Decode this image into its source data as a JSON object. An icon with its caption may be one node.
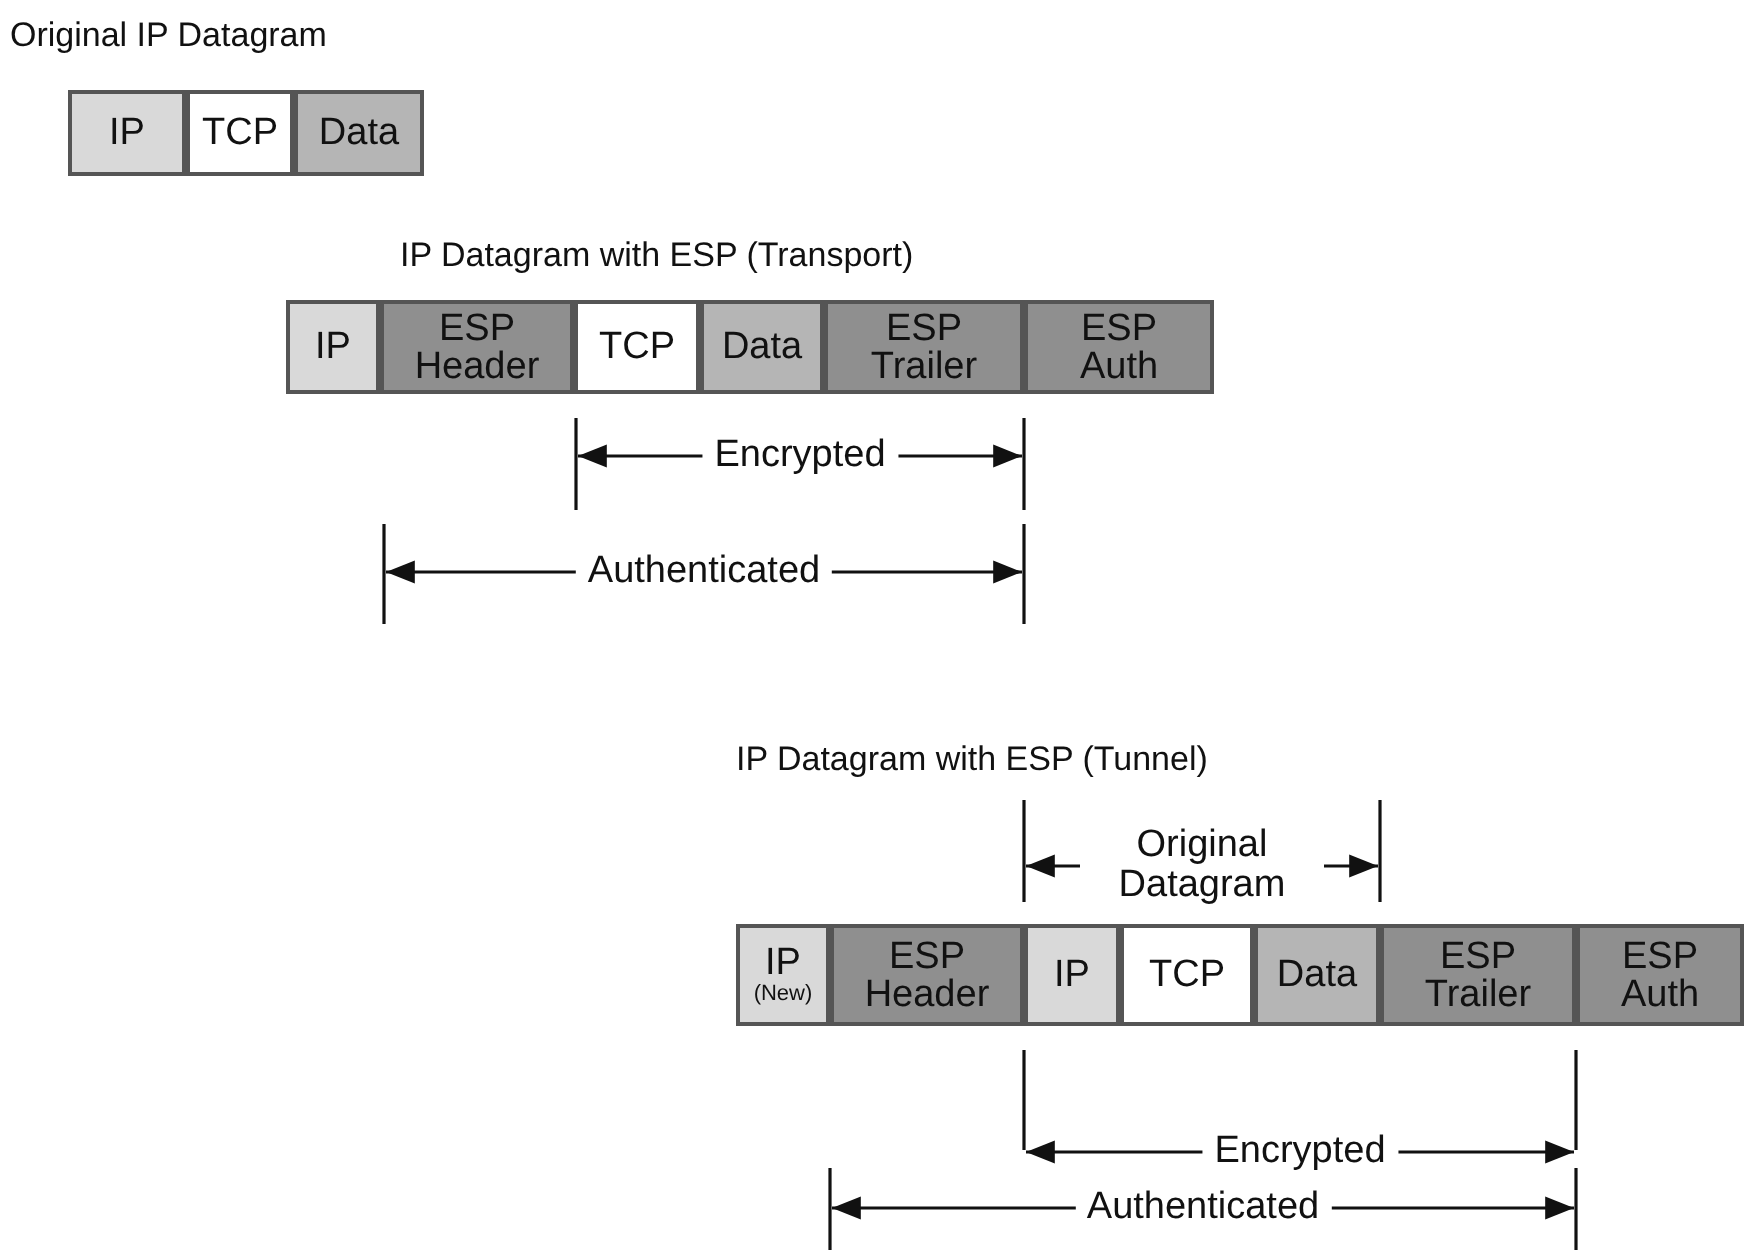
{
  "diagram": {
    "nodes": [
      {
        "text": [
          "IP"
        ]
      },
      {
        "text": [
          "TCP"
        ]
      },
      {
        "text": [
          "Data"
        ]
      },
      {
        "text": [
          "IP"
        ]
      },
      {
        "text": [
          "ESP Header"
        ]
      },
      {
        "text": [
          "TCP"
        ]
      },
      {
        "text": [
          "Data"
        ]
      },
      {
        "text": [
          "ESP Trailer"
        ]
      },
      {
        "text": [
          "ESP Auth"
        ]
      },
      {
        "text": [
          "IP",
          "(New)"
        ]
      },
      {
        "text": [
          "ESP Header"
        ]
      },
      {
        "text": [
          "IP"
        ]
      },
      {
        "text": [
          "TCP"
        ]
      },
      {
        "text": [
          "Data"
        ]
      },
      {
        "text": [
          "ESP Trailer"
        ]
      },
      {
        "text": [
          "ESP Auth"
        ]
      }
    ],
    "labels": [
      "Original IP Datagram",
      "IP Datagram with ESP (Transport)",
      "Encrypted",
      "Authenticated",
      "IP Datagram with ESP (Tunnel)",
      "Original Datagram",
      "Encrypted",
      "Authenticated"
    ]
  }
}
